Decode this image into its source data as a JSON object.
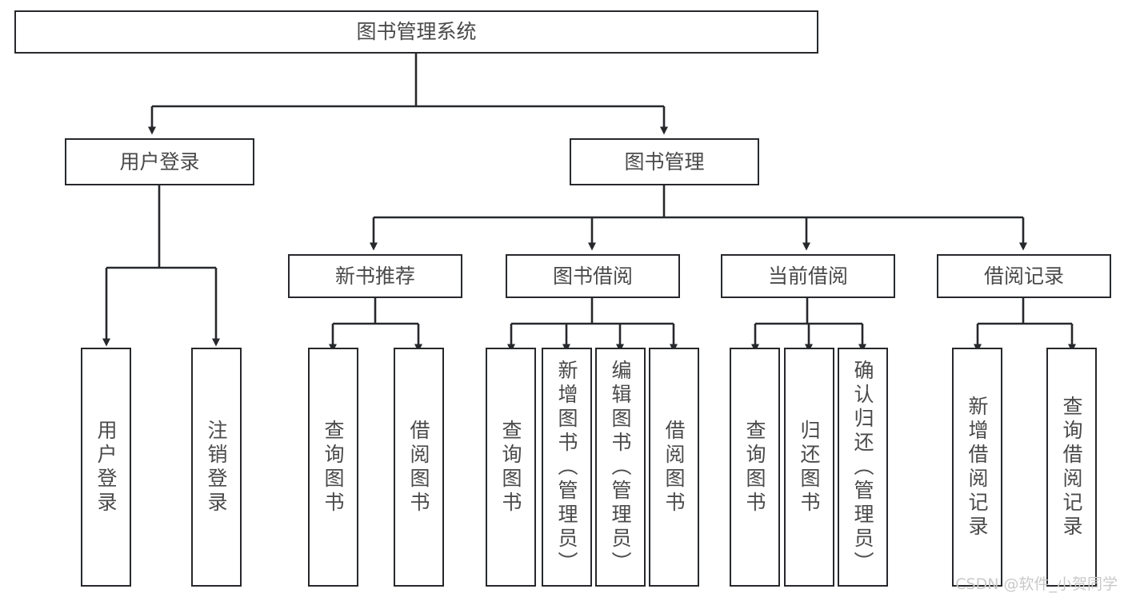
{
  "diagram": {
    "type": "tree",
    "title": "图书管理系统",
    "watermark": "CSDN @软件_小贺同学",
    "colors": {
      "box_border": "#26282b",
      "box_fill": "#ffffff",
      "text": "#4a4a4a",
      "connector": "#26282b",
      "watermark": "#c9c9c9",
      "background": "#ffffff"
    },
    "root": {
      "label": "图书管理系统"
    },
    "level2": [
      {
        "label": "用户登录"
      },
      {
        "label": "图书管理"
      }
    ],
    "level3": [
      {
        "label": "新书推荐"
      },
      {
        "label": "图书借阅"
      },
      {
        "label": "当前借阅"
      },
      {
        "label": "借阅记录"
      }
    ],
    "leaves": {
      "user_login": [
        {
          "label": "用户登录"
        },
        {
          "label": "注销登录"
        }
      ],
      "new_book_recommend": [
        {
          "label": "查询图书"
        },
        {
          "label": "借阅图书"
        }
      ],
      "book_borrow": [
        {
          "label": "查询图书"
        },
        {
          "label": "新增图书（管理员）"
        },
        {
          "label": "编辑图书（管理员）"
        },
        {
          "label": "借阅图书"
        }
      ],
      "current_borrow": [
        {
          "label": "查询图书"
        },
        {
          "label": "归还图书"
        },
        {
          "label": "确认归还（管理员）"
        }
      ],
      "borrow_record": [
        {
          "label": "新增借阅记录"
        },
        {
          "label": "查询借阅记录"
        }
      ]
    }
  }
}
